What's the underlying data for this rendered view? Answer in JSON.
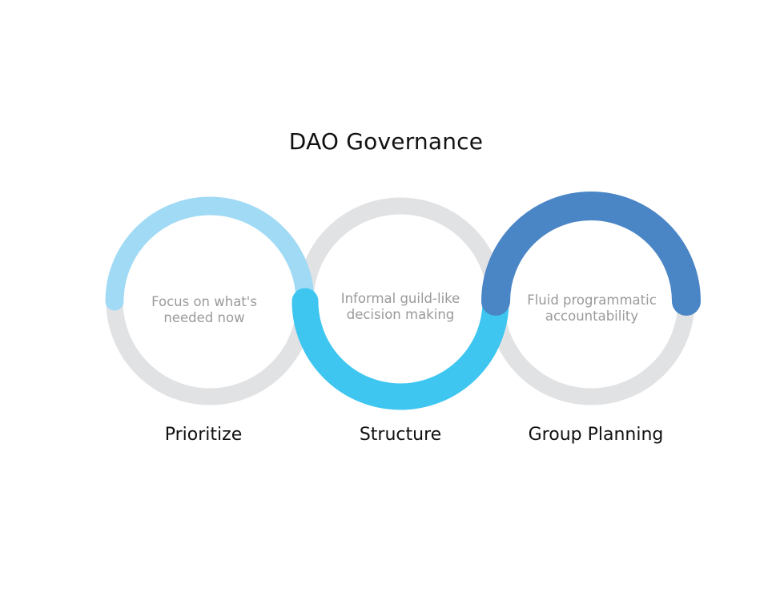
{
  "title": "DAO Governance",
  "stages": [
    {
      "label": "Prioritize",
      "description_lines": [
        "Focus on what's",
        "needed now"
      ],
      "color": "#a0daf5"
    },
    {
      "label": "Structure",
      "description_lines": [
        "Informal guild-like",
        "decision making"
      ],
      "color": "#3ec6f1"
    },
    {
      "label": "Group Planning",
      "description_lines": [
        "Fluid programmatic",
        "accountability"
      ],
      "color": "#4a85c6"
    }
  ],
  "ring_color": "#e1e2e4"
}
